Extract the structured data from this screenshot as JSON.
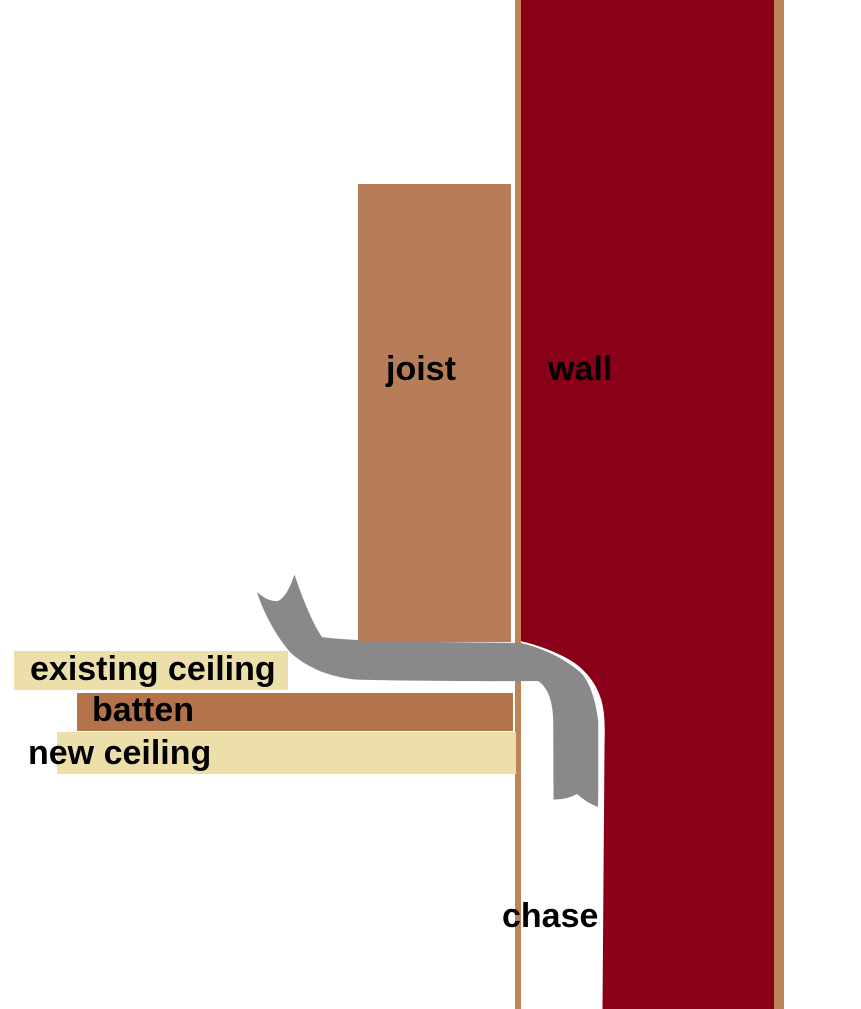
{
  "title": "ceiling cable chase construction diagram",
  "labels": {
    "joist": "joist",
    "wall": "wall",
    "existing_ceiling": "existing ceiling",
    "batten": "batten",
    "new_ceiling": "new ceiling",
    "chase": "chase"
  },
  "colors": {
    "background": "#ffffff",
    "wall_red": "#8b0019",
    "plaster_tan": "#bd845a",
    "joist_brown": "#b77c58",
    "batten_brown": "#b3744c",
    "ceiling_pale": "#ecdfa9",
    "cable_gray": "#898989",
    "chase_white": "#ffffff",
    "text": "#000000"
  }
}
